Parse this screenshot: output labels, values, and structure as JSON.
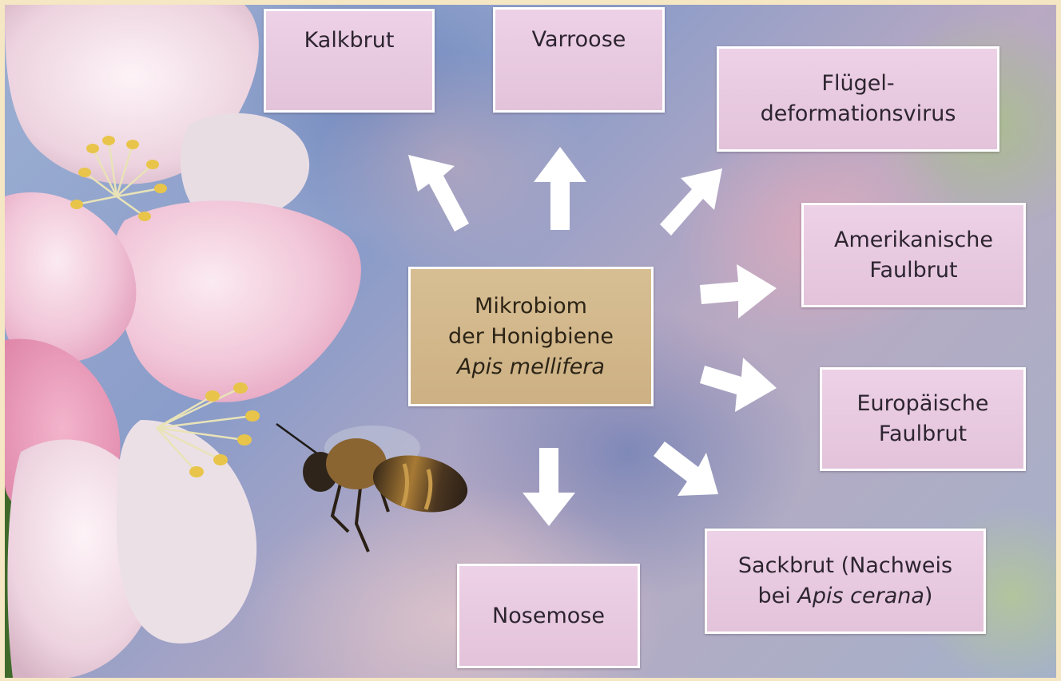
{
  "center": {
    "line1": "Mikrobiom",
    "line2": "der Honigbiene",
    "line3": "Apis mellifera"
  },
  "nodes": {
    "kalkbrut": "Kalkbrut",
    "varroose": "Varroose",
    "fluegel_line1": "Flügel-",
    "fluegel_line2": "deformationsvirus",
    "amerikanische_line1": "Amerikanische",
    "amerikanische_line2": "Faulbrut",
    "europaeische_line1": "Europäische",
    "europaeische_line2": "Faulbrut",
    "sackbrut_line1": "Sackbrut (Nachweis",
    "sackbrut_line2_prefix": "bei ",
    "sackbrut_line2_italic": "Apis cerana",
    "sackbrut_line2_suffix": ")",
    "nosemose": "Nosemose"
  },
  "colors": {
    "node_fill": "#e8cae0",
    "center_fill": "#d2b78b",
    "border": "#ffffff",
    "arrow": "#ffffff"
  }
}
